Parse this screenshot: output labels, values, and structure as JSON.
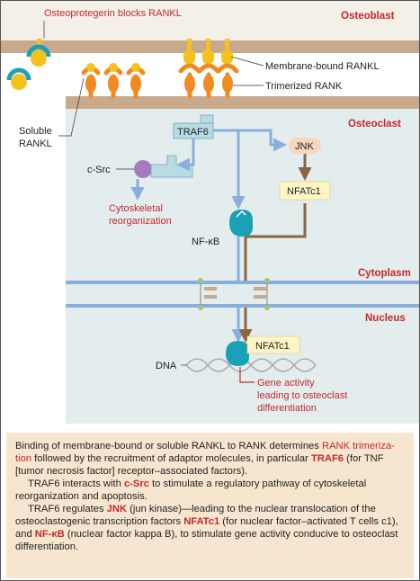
{
  "labels": {
    "osteoblast": "Osteoblast",
    "osteoclast": "Osteoclast",
    "opg_blocks": "Osteoprotegerin blocks RANKL",
    "membrane_rankl": "Membrane-bound RANKL",
    "trimerized_rank": "Trimerized RANK",
    "soluble_rankl_1": "Soluble",
    "soluble_rankl_2": "RANKL",
    "traf6": "TRAF6",
    "csrc": "c-Src",
    "cyto_1": "Cytoskeletal",
    "cyto_2": "reorganization",
    "jnk": "JNK",
    "nfatc1": "NFATc1",
    "nfkb": "NF-κB",
    "cytoplasm": "Cytoplasm",
    "nucleus": "Nucleus",
    "dna": "DNA",
    "nfatc1_nuc": "NFATc1",
    "gene_1": "Gene activity",
    "gene_2": "leading to osteoclast",
    "gene_3": "differentiation"
  },
  "caption": {
    "p1_a": "Binding of membrane-bound or soluble RANKL to RANK determines ",
    "p1_b": "RANK trimeriza-tion",
    "p1_c": " followed by the recruitment of adaptor molecules, in particular ",
    "p1_d": "TRAF6",
    "p1_e": " (for TNF [tumor necrosis factor] receptor–associated factors).",
    "p2_a": "TRAF6 interacts with ",
    "p2_b": "c-Src",
    "p2_c": " to stimulate a regulatory pathway of cytoskeletal reorganization and apoptosis.",
    "p3_a": "TRAF6 regulates ",
    "p3_b": "JNK",
    "p3_c": " (jun kinase)—leading to the nuclear translocation of the osteoclastogenic transcription factors ",
    "p3_d": "NFATc1",
    "p3_e": " (for nuclear factor–activated T cells c1), and ",
    "p3_f": "NF-κB",
    "p3_g": " (nuclear factor kappa B), to stimulate gene activity conducive to osteoclast differentiation."
  },
  "colors": {
    "red_label": "#c4282d",
    "membrane": "#c8a98c",
    "cell_bg": "#e4eded",
    "rank_orange": "#f08a22",
    "rankl_yellow": "#f5c21d",
    "blue_arrow": "#8aaedc",
    "brown_arrow": "#8a6542",
    "teal_protein": "#1aa1b8",
    "csrc_purple": "#a77bc0",
    "nfatc1_box": "#fdf6c4",
    "jnk_box": "#f6d7bd",
    "caption_bg": "#f7e6cf"
  }
}
